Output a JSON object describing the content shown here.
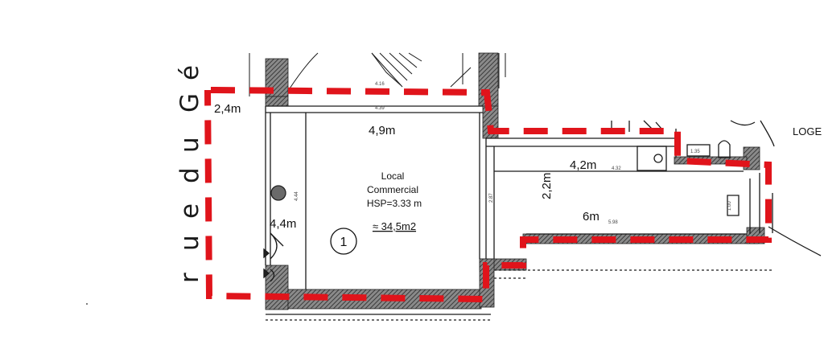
{
  "street": {
    "chars": [
      "r",
      "u",
      "e",
      "d",
      "u",
      "G",
      "é"
    ]
  },
  "dimensions": {
    "corner_width": "2,4m",
    "room_width": "4,9m",
    "room_height": "4,4m",
    "corridor_length": "4,2m",
    "corridor_width": "2,2m",
    "corridor_total": "6m"
  },
  "room": {
    "line1": "Local",
    "line2": "Commercial",
    "line3": "HSP=3.33 m",
    "area": "≈ 34,5m2",
    "number": "1"
  },
  "plan_labels": {
    "label_logement": "LOGE",
    "small_416": "4.16",
    "small_439": "4.39",
    "small_444": "4.44",
    "small_287": "2.87",
    "small_432": "4.32",
    "small_598": "5.98",
    "small_135": "1.35",
    "small_100": "1.00"
  },
  "colors": {
    "outline_red": "#e0141b",
    "wall_hatch": "#555555",
    "line_black": "#1a1a1a"
  }
}
